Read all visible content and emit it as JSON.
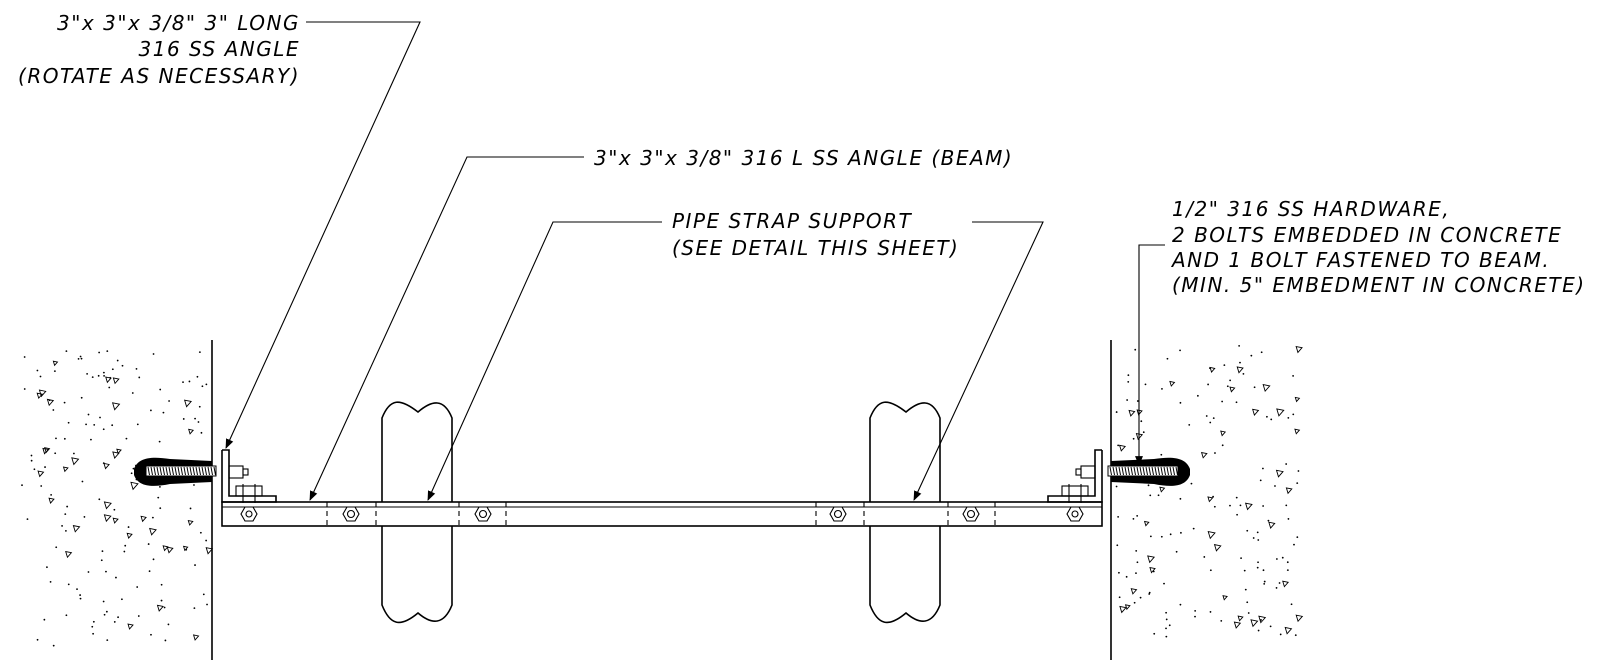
{
  "callouts": {
    "end_angle": [
      "3\"x 3\"x 3/8\" 3\" LONG",
      "316 SS ANGLE",
      "(ROTATE AS NECESSARY)"
    ],
    "beam": [
      "3\"x 3\"x 3/8\" 316 L SS ANGLE (BEAM)"
    ],
    "strap": [
      "PIPE STRAP SUPPORT",
      "(SEE DETAIL THIS SHEET)"
    ],
    "hardware": [
      "1/2\" 316 SS HARDWARE,",
      "2 BOLTS EMBEDDED IN CONCRETE",
      "AND 1 BOLT FASTENED TO BEAM.",
      "(MIN. 5\" EMBEDMENT IN CONCRETE)"
    ]
  }
}
